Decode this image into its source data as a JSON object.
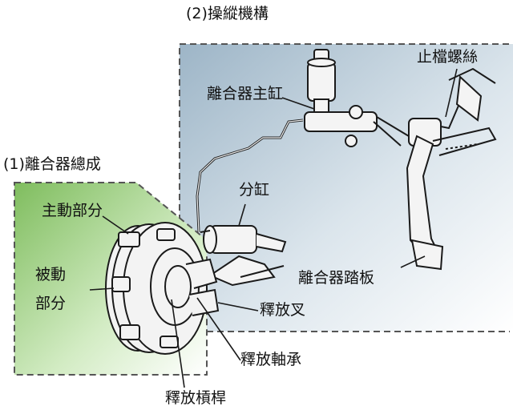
{
  "labels": {
    "operating_mechanism": "(2)操縱機構",
    "stop_screw": "止檔螺絲",
    "master_cylinder": "離合器主缸",
    "clutch_assembly": "(1)離合器總成",
    "slave_cylinder": "分缸",
    "driving_part": "主動部分",
    "driven_part_line1": "被動",
    "driven_part_line2": "部分",
    "clutch_pedal": "離合器踏板",
    "release_fork": "釋放叉",
    "release_bearing": "釋放軸承",
    "release_lever": "釋放槓桿"
  },
  "colors": {
    "panel_operating": "#9fb6c8",
    "panel_clutch": "#8cc56f",
    "line": "#1a1a1a",
    "fill": "#f2f2f2"
  }
}
